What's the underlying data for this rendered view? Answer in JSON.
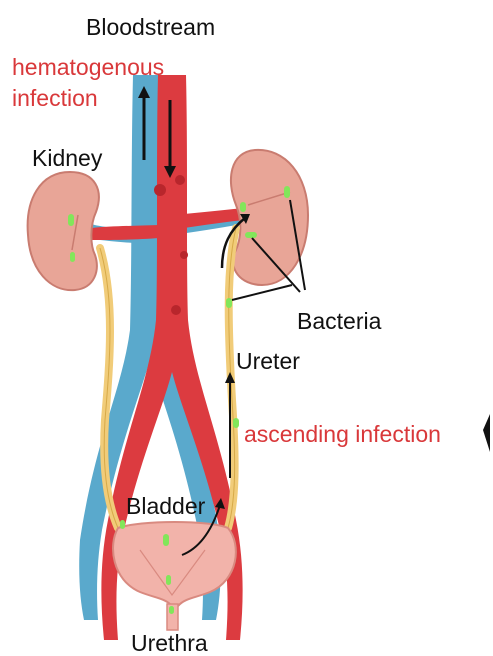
{
  "labels": {
    "bloodstream": "Bloodstream",
    "hematogenous_line1": "hematogenous",
    "hematogenous_line2": "infection",
    "kidney": "Kidney",
    "bacteria": "Bacteria",
    "ureter": "Ureter",
    "ascending_infection": "ascending infection",
    "bladder": "Bladder",
    "urethra": "Urethra"
  },
  "colors": {
    "artery": "#dc3b40",
    "vein": "#5aa9cc",
    "kidney": "#e8a597",
    "ureter": "#f1cc79",
    "bladder": "#f2b3aa",
    "bacteria": "#82e65a",
    "label_red": "#d9383a",
    "label_dark": "#111111"
  }
}
